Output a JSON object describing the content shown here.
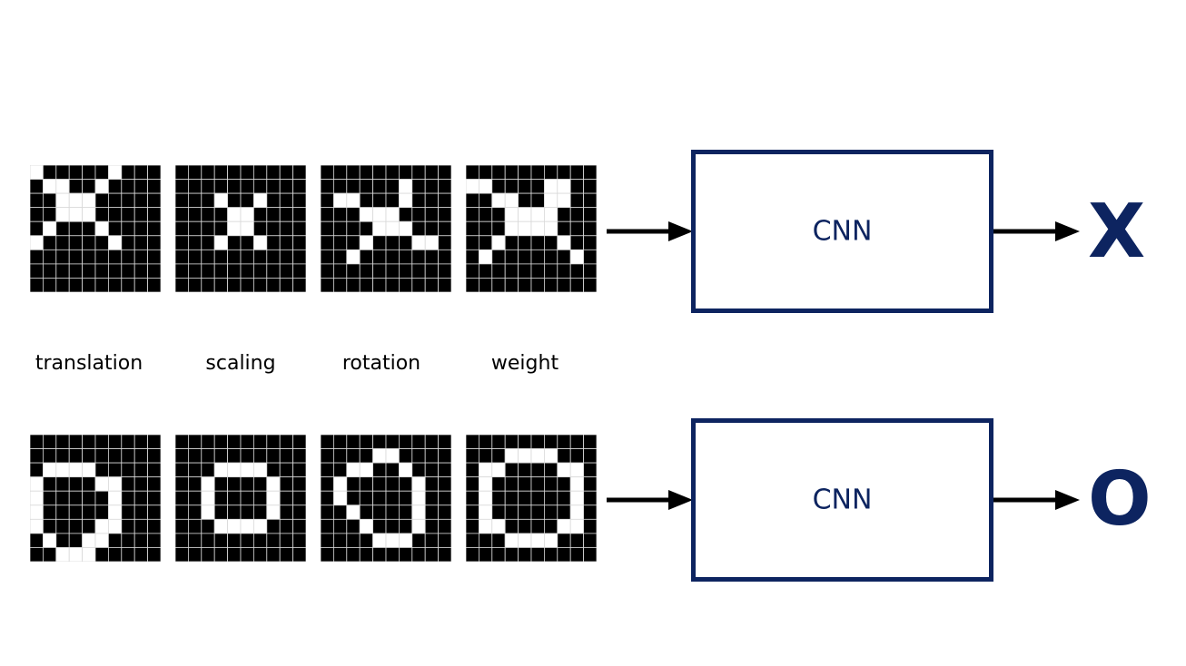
{
  "labels": {
    "translation": "translation",
    "scaling": "scaling",
    "rotation": "rotation",
    "weight": "weight"
  },
  "rows": [
    {
      "cnn_label": "CNN",
      "result": "X"
    },
    {
      "cnn_label": "CNN",
      "result": "O"
    }
  ],
  "colors": {
    "accent": "#0d2460",
    "pixel_on": "#ffffff",
    "pixel_off": "#000000"
  },
  "grids": {
    "x_translation": [
      "1000001000",
      "0110010000",
      "0011100000",
      "0011100000",
      "0100010000",
      "1000001000",
      "0000000000",
      "0000000000",
      "0000000000"
    ],
    "x_scaling": [
      "0000000000",
      "0000000000",
      "0001001000",
      "0000110000",
      "0000110000",
      "0001001000",
      "0000000000",
      "0000000000",
      "0000000000"
    ],
    "x_rotation": [
      "0000000000",
      "0000001000",
      "0110001000",
      "0001110000",
      "0000111000",
      "0001000110",
      "0010000000",
      "0000000000",
      "0000000000"
    ],
    "x_weight": [
      "0000000000",
      "1100001100",
      "0011001100",
      "0001111000",
      "0001111000",
      "0010000100",
      "0100000010",
      "0000000000",
      "0000000000"
    ],
    "o_translation": [
      "0000000000",
      "0000000000",
      "0111100000",
      "1000011000",
      "1000001000",
      "1000001000",
      "1000011000",
      "0100110000",
      "0011100000"
    ],
    "o_scaling": [
      "0000000000",
      "0000000000",
      "0001111000",
      "0010000100",
      "0010000100",
      "0010000100",
      "0001111000",
      "0000000000",
      "0000000000"
    ],
    "o_rotation": [
      "0000000000",
      "0000110000",
      "0011001000",
      "0100000100",
      "0100000100",
      "0010000100",
      "0001000100",
      "0000111000",
      "0000000000"
    ],
    "o_weight": [
      "0000000000",
      "0001111000",
      "0110000110",
      "0100000010",
      "0100000010",
      "0100000010",
      "0110000110",
      "0001111000",
      "0000000000"
    ]
  }
}
